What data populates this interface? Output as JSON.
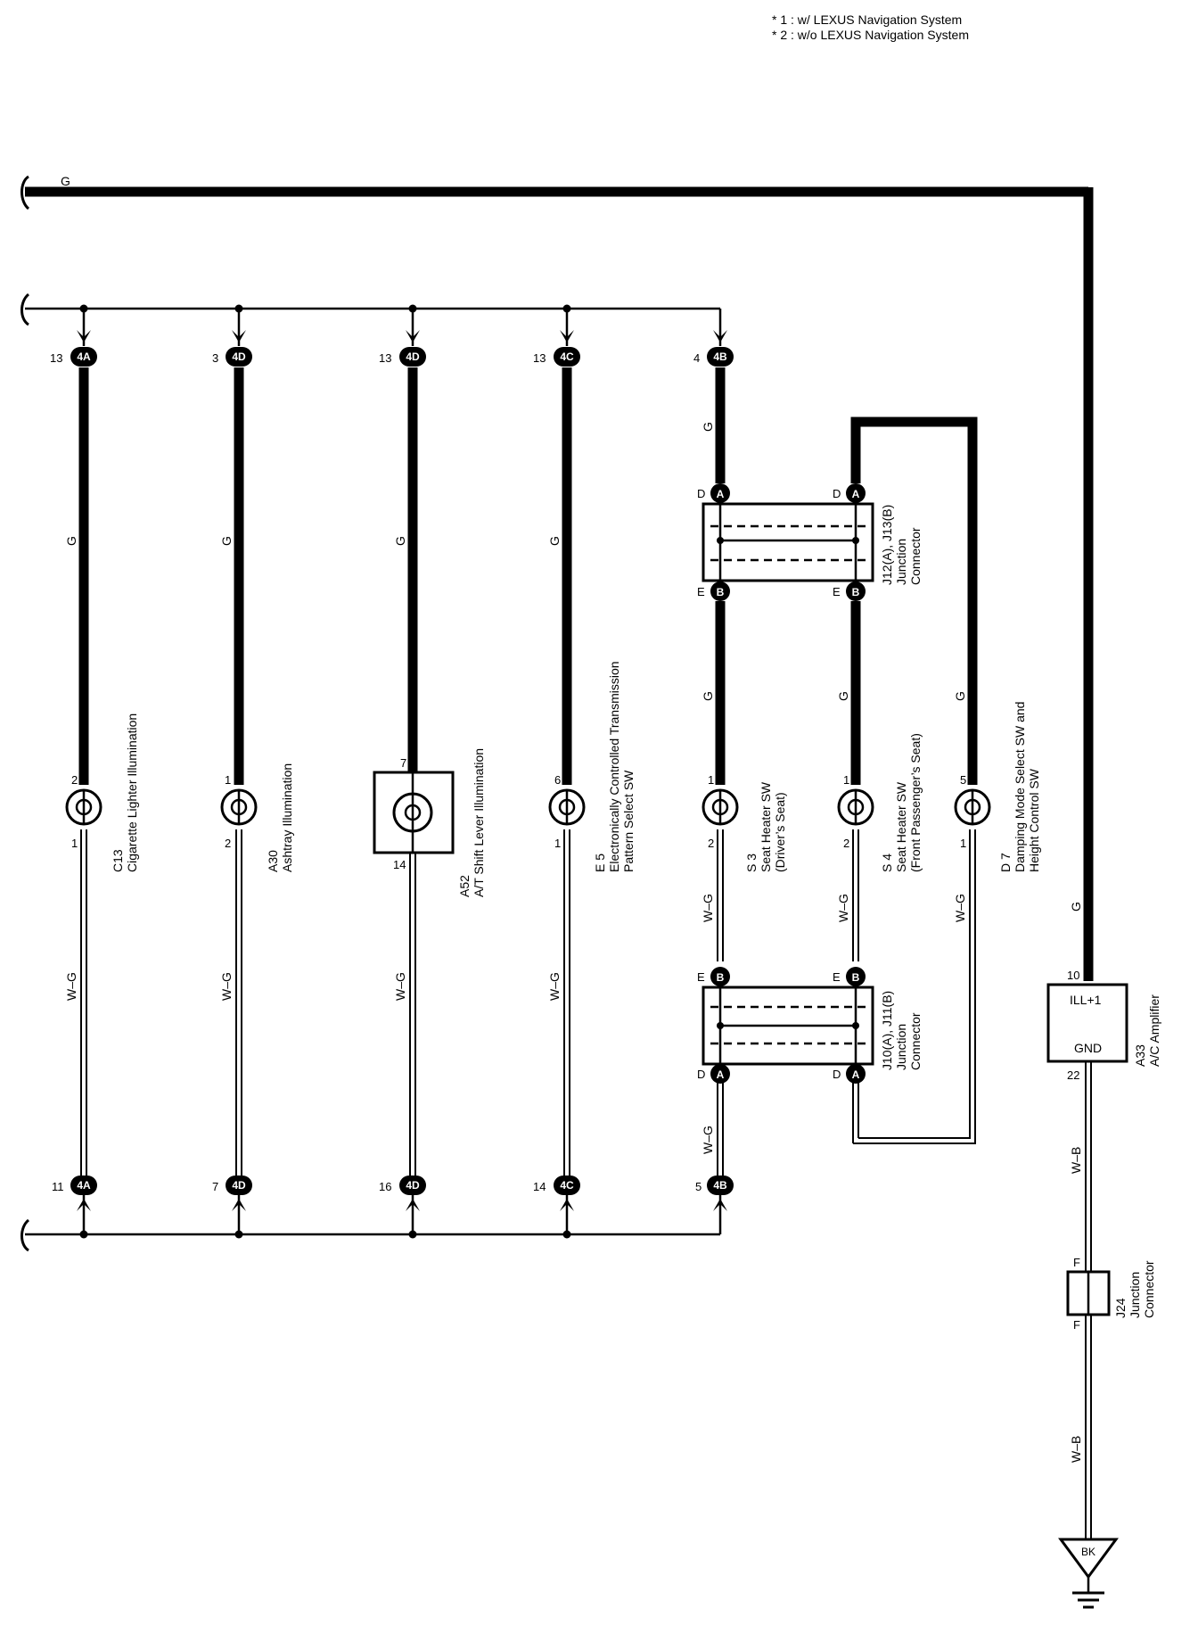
{
  "notes": [
    "* 1 : w/ LEXUS Navigation System",
    "* 2 : w/o LEXUS Navigation System"
  ],
  "wire_colors": {
    "top_bus": "G",
    "g": "G",
    "wg": "W–G",
    "wb": "W–B",
    "ground": "BK"
  },
  "top_connectors": [
    {
      "pin": "13",
      "code": "4A"
    },
    {
      "pin": "3",
      "code": "4D"
    },
    {
      "pin": "13",
      "code": "4D"
    },
    {
      "pin": "13",
      "code": "4C"
    },
    {
      "pin": "4",
      "code": "4B"
    }
  ],
  "bottom_connectors": [
    {
      "pin": "11",
      "code": "4A"
    },
    {
      "pin": "7",
      "code": "4D"
    },
    {
      "pin": "16",
      "code": "4D"
    },
    {
      "pin": "14",
      "code": "4C"
    },
    {
      "pin": "5",
      "code": "4B"
    }
  ],
  "components": [
    {
      "id": "C13",
      "name": "Cigarette Lighter Illumination",
      "name2": "",
      "pin_top": "2",
      "pin_bottom": "1"
    },
    {
      "id": "A30",
      "name": "Ashtray Illumination",
      "name2": "",
      "pin_top": "1",
      "pin_bottom": "2"
    },
    {
      "id": "A52",
      "name": "A/T Shift Lever Illumination",
      "name2": "",
      "pin_top": "7",
      "pin_bottom": "14"
    },
    {
      "id": "E 5",
      "name": "Electronically Controlled Transmission",
      "name2": "Pattern Select SW",
      "pin_top": "6",
      "pin_bottom": "1"
    },
    {
      "id": "S 3",
      "name": "Seat Heater SW",
      "name2": "(Driver’s Seat)",
      "pin_top": "1",
      "pin_bottom": "2"
    },
    {
      "id": "S 4",
      "name": "Seat Heater SW",
      "name2": "(Front Passenger’s Seat)",
      "pin_top": "1",
      "pin_bottom": "2"
    },
    {
      "id": "D 7",
      "name": "Damping Mode Select SW and",
      "name2": "Height Control SW",
      "pin_top": "5",
      "pin_bottom": "1"
    }
  ],
  "junction_upper": {
    "id": "J12(A), J13(B)",
    "line2": "Junction",
    "line3": "Connector",
    "pin_top": "D",
    "code_top": "A",
    "pin_bottom": "E",
    "code_bottom": "B"
  },
  "junction_lower": {
    "id": "J10(A), J11(B)",
    "line2": "Junction",
    "line3": "Connector",
    "pin_top": "E",
    "code_top": "B",
    "pin_bottom": "D",
    "code_bottom": "A"
  },
  "amplifier": {
    "id": "A33",
    "name": "A/C Amplifier",
    "term1": "ILL+1",
    "term2": "GND",
    "pin1": "10",
    "pin2": "22"
  },
  "j24": {
    "id": "J24",
    "line2": "Junction",
    "line3": "Connector",
    "pin_top": "F",
    "pin_bottom": "F"
  }
}
